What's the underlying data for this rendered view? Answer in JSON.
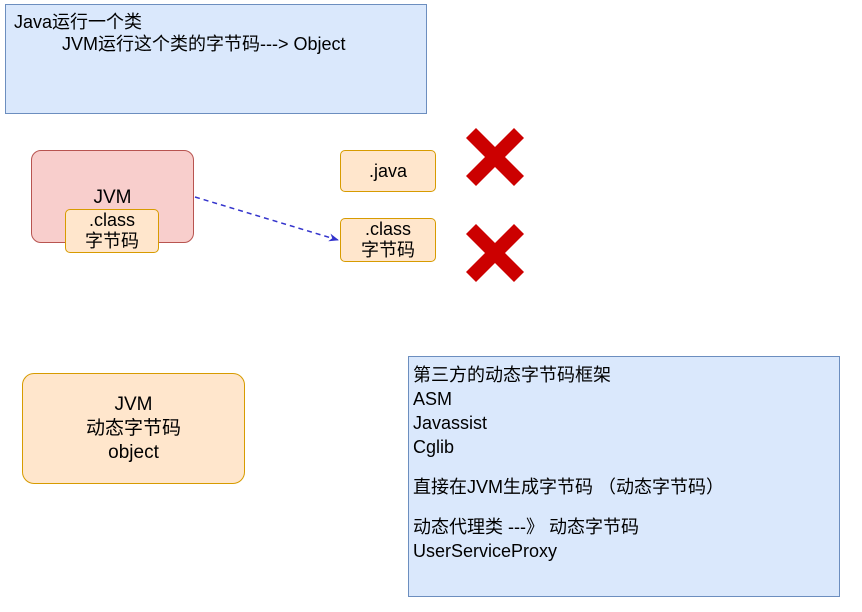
{
  "top_note": {
    "line1": "Java运行一个类",
    "line2": "JVM运行这个类的字节码---> Object"
  },
  "jvm_box": {
    "label": "JVM",
    "inner_line1": ".class",
    "inner_line2": "字节码"
  },
  "java_file": {
    "label": ".java"
  },
  "class_file": {
    "line1": ".class",
    "line2": "字节码"
  },
  "jvm_dynamic": {
    "line1": "JVM",
    "line2": "动态字节码",
    "line3": "object"
  },
  "frameworks_note": {
    "title": "第三方的动态字节码框架",
    "items": [
      "ASM",
      "Javassist",
      "Cglib"
    ],
    "direct_generation": "直接在JVM生成字节码 （动态字节码）",
    "proxy_line": "动态代理类 ---》 动态字节码",
    "proxy_name": "UserServiceProxy"
  },
  "colors": {
    "blue_fill": "#dae8fc",
    "blue_stroke": "#6c8ebf",
    "orange_fill": "#ffe6cc",
    "orange_stroke": "#d79b00",
    "pink_fill": "#f8cecc",
    "pink_stroke": "#b85450",
    "cross_red": "#cc0000",
    "arrow_blue": "#3333cc"
  },
  "icons": {
    "cross_1": "x-cross-icon",
    "cross_2": "x-cross-icon"
  }
}
